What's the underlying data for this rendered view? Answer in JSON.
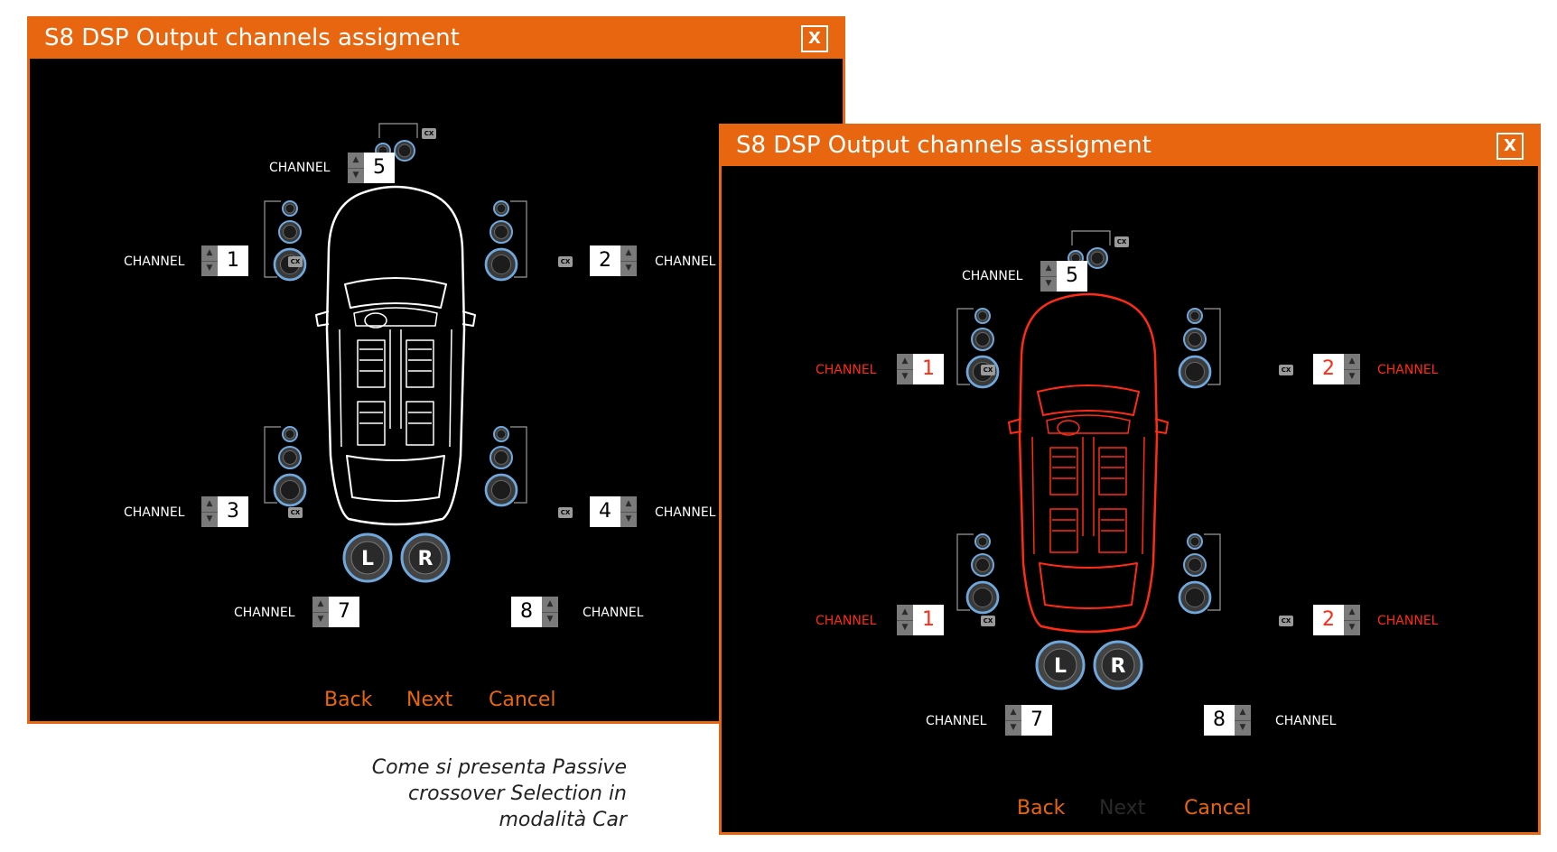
{
  "colors": {
    "accent": "#e8660f",
    "selected": "#ff2b14",
    "speaker_ring": "#6fa8dc"
  },
  "windows": [
    {
      "title": "S8 DSP Output channels assigment",
      "close_label": "X",
      "car_color": "white",
      "channels": {
        "front_left": {
          "label": "CHANNEL",
          "value": "1"
        },
        "front_right": {
          "label": "CHANNEL",
          "value": "2"
        },
        "rear_left": {
          "label": "CHANNEL",
          "value": "3"
        },
        "rear_right": {
          "label": "CHANNEL",
          "value": "4"
        },
        "center": {
          "label": "CHANNEL",
          "value": "5"
        },
        "sub_left": {
          "label": "CHANNEL",
          "value": "7"
        },
        "sub_right": {
          "label": "CHANNEL",
          "value": "8"
        }
      },
      "cx_label": "CX",
      "sub_labels": [
        "L",
        "R"
      ],
      "buttons": {
        "back": "Back",
        "next": "Next",
        "cancel": "Cancel"
      }
    },
    {
      "title": "S8 DSP Output channels assigment",
      "close_label": "X",
      "car_color": "red",
      "channels": {
        "front_left": {
          "label": "CHANNEL",
          "value": "1"
        },
        "front_right": {
          "label": "CHANNEL",
          "value": "2"
        },
        "rear_left": {
          "label": "CHANNEL",
          "value": "1"
        },
        "rear_right": {
          "label": "CHANNEL",
          "value": "2"
        },
        "center": {
          "label": "CHANNEL",
          "value": "5"
        },
        "sub_left": {
          "label": "CHANNEL",
          "value": "7"
        },
        "sub_right": {
          "label": "CHANNEL",
          "value": "8"
        }
      },
      "cx_label": "CX",
      "sub_labels": [
        "L",
        "R"
      ],
      "buttons": {
        "back": "Back",
        "next": "Next",
        "cancel": "Cancel"
      }
    }
  ],
  "caption": [
    "Come si presenta Passive",
    "crossover Selection in",
    "modalità Car"
  ]
}
